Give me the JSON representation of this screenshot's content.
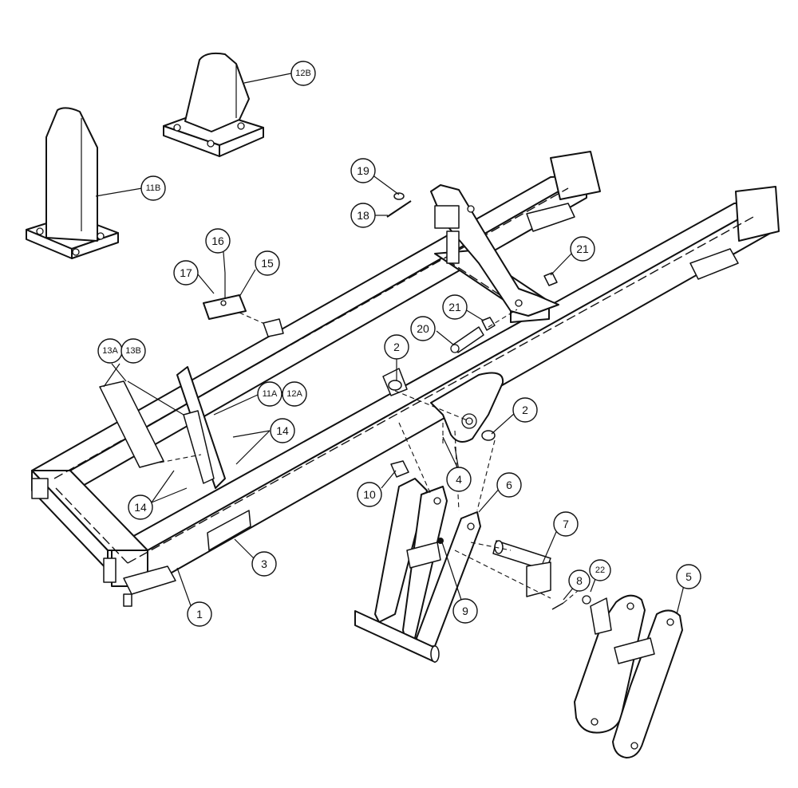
{
  "callouts": [
    {
      "id": "c-12b",
      "label": "12B"
    },
    {
      "id": "c-11b",
      "label": "11B"
    },
    {
      "id": "c-19",
      "label": "19"
    },
    {
      "id": "c-18",
      "label": "18"
    },
    {
      "id": "c-16",
      "label": "16"
    },
    {
      "id": "c-17",
      "label": "17"
    },
    {
      "id": "c-15",
      "label": "15"
    },
    {
      "id": "c-21a",
      "label": "21"
    },
    {
      "id": "c-21b",
      "label": "21"
    },
    {
      "id": "c-20",
      "label": "20"
    },
    {
      "id": "c-2a",
      "label": "2"
    },
    {
      "id": "c-2b",
      "label": "2"
    },
    {
      "id": "c-13a",
      "label": "13A"
    },
    {
      "id": "c-13b",
      "label": "13B"
    },
    {
      "id": "c-11a",
      "label": "11A"
    },
    {
      "id": "c-12a",
      "label": "12A"
    },
    {
      "id": "c-14a",
      "label": "14"
    },
    {
      "id": "c-14b",
      "label": "14"
    },
    {
      "id": "c-4",
      "label": "4"
    },
    {
      "id": "c-6",
      "label": "6"
    },
    {
      "id": "c-10",
      "label": "10"
    },
    {
      "id": "c-7",
      "label": "7"
    },
    {
      "id": "c-3",
      "label": "3"
    },
    {
      "id": "c-9",
      "label": "9"
    },
    {
      "id": "c-8",
      "label": "8"
    },
    {
      "id": "c-22",
      "label": "22"
    },
    {
      "id": "c-5",
      "label": "5"
    },
    {
      "id": "c-1",
      "label": "1"
    }
  ]
}
